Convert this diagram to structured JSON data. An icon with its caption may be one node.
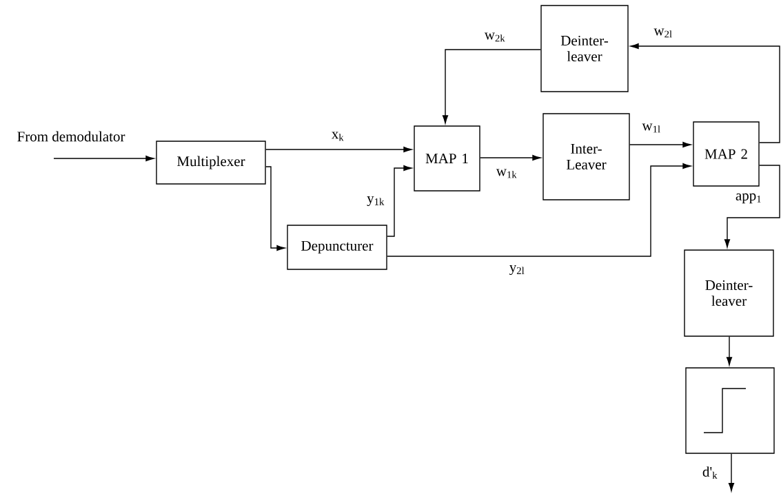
{
  "diagram": {
    "nodes": [
      {
        "text": [
          "Multiplexer"
        ]
      },
      {
        "text": [
          "Depuncturer"
        ]
      },
      {
        "text": [
          "MAP 1"
        ]
      },
      {
        "text": [
          "Deinter- leaver"
        ]
      },
      {
        "text": [
          "Inter- Leaver"
        ]
      },
      {
        "text": [
          "MAP 2"
        ]
      },
      {
        "text": [
          "Deinter- leaver"
        ]
      },
      {
        "text": [],
        "shape": "box"
      }
    ],
    "edges": [
      {
        "from": null,
        "to": 0,
        "arrow": "to"
      },
      {
        "from": 0,
        "to": 2,
        "arrow": "to",
        "label": "x$_{k}$"
      },
      {
        "from": 0,
        "to": 1,
        "arrow": "to"
      },
      {
        "from": 1,
        "to": 2,
        "arrow": "to",
        "label": "y$_{1k}$"
      },
      {
        "from": 1,
        "to": 5,
        "arrow": "to",
        "label": "y$_{2l}$"
      },
      {
        "from": 2,
        "to": 4,
        "arrow": "to",
        "label": "w$_{1k}$"
      },
      {
        "from": 4,
        "to": 5,
        "arrow": "to",
        "label": "w$_{1l}$"
      },
      {
        "from": 5,
        "to": 3,
        "arrow": "to",
        "label": "w$_{2l}$"
      },
      {
        "from": 3,
        "to": 2,
        "arrow": "to",
        "label": "w$_{2k}$"
      },
      {
        "from": 5,
        "to": 6,
        "arrow": "to",
        "label": "app$_{1}$"
      },
      {
        "from": 6,
        "to": 7,
        "arrow": "to"
      },
      {
        "from": 7,
        "to": null,
        "arrow": "to",
        "label": "d'$_{k}$"
      }
    ],
    "labels": [
      "From demodulator"
    ]
  }
}
